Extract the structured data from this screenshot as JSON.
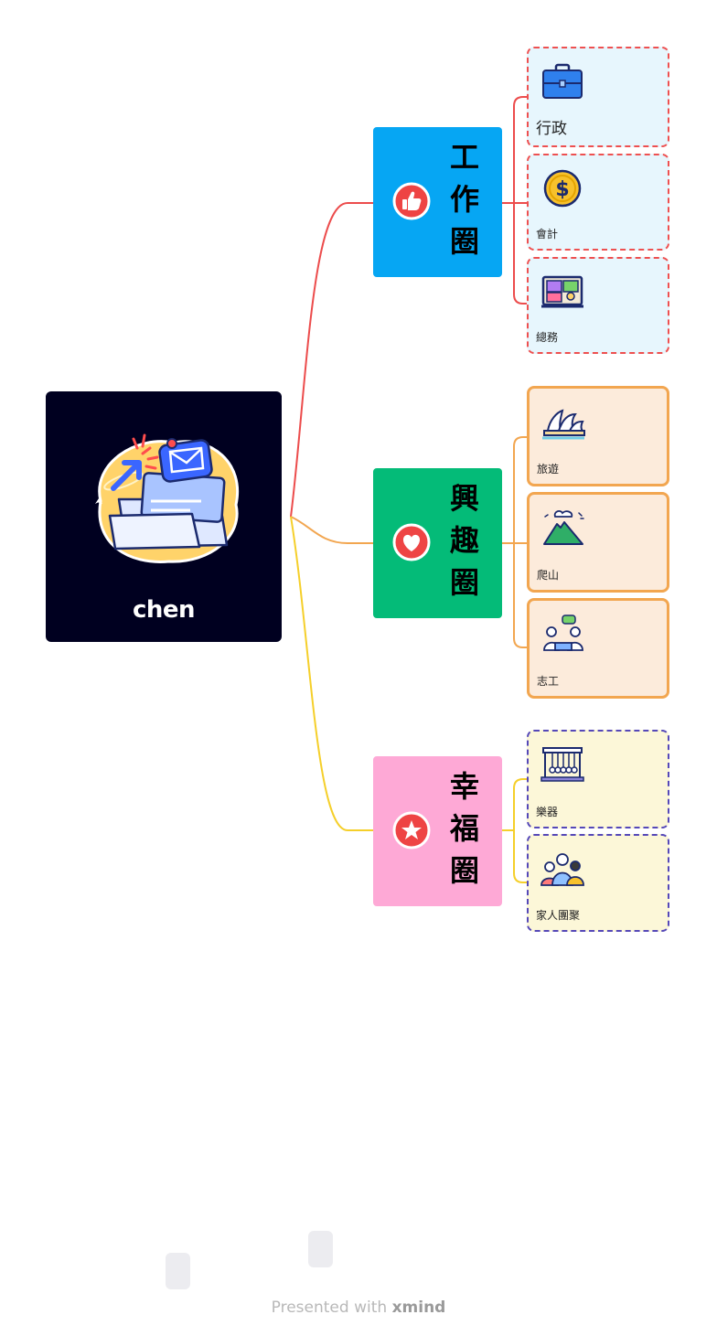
{
  "root": {
    "label": "chen"
  },
  "branches": [
    {
      "id": "work",
      "label": "工作圈",
      "color": "#06a6f3",
      "line_color": "#ec4c4c",
      "icon": "thumbs-up-icon",
      "leaves": [
        {
          "label": "行政",
          "icon": "briefcase-icon"
        },
        {
          "label": "會計",
          "icon": "dollar-coin-icon"
        },
        {
          "label": "總務",
          "icon": "presentation-board-icon"
        }
      ]
    },
    {
      "id": "hobby",
      "label": "興趣圈",
      "color": "#04bb78",
      "line_color": "#f2a650",
      "icon": "heart-icon",
      "leaves": [
        {
          "label": "旅遊",
          "icon": "opera-house-icon"
        },
        {
          "label": "爬山",
          "icon": "mountain-icon"
        },
        {
          "label": "志工",
          "icon": "volunteers-chat-icon"
        }
      ]
    },
    {
      "id": "happy",
      "label": "幸福圈",
      "color": "#fea9d6",
      "line_color": "#f5cf2a",
      "icon": "star-icon",
      "leaves": [
        {
          "label": "樂器",
          "icon": "newton-cradle-icon"
        },
        {
          "label": "家人團聚",
          "icon": "family-icon"
        }
      ]
    }
  ],
  "footer": {
    "prefix": "Presented with",
    "brand": "xmind"
  }
}
